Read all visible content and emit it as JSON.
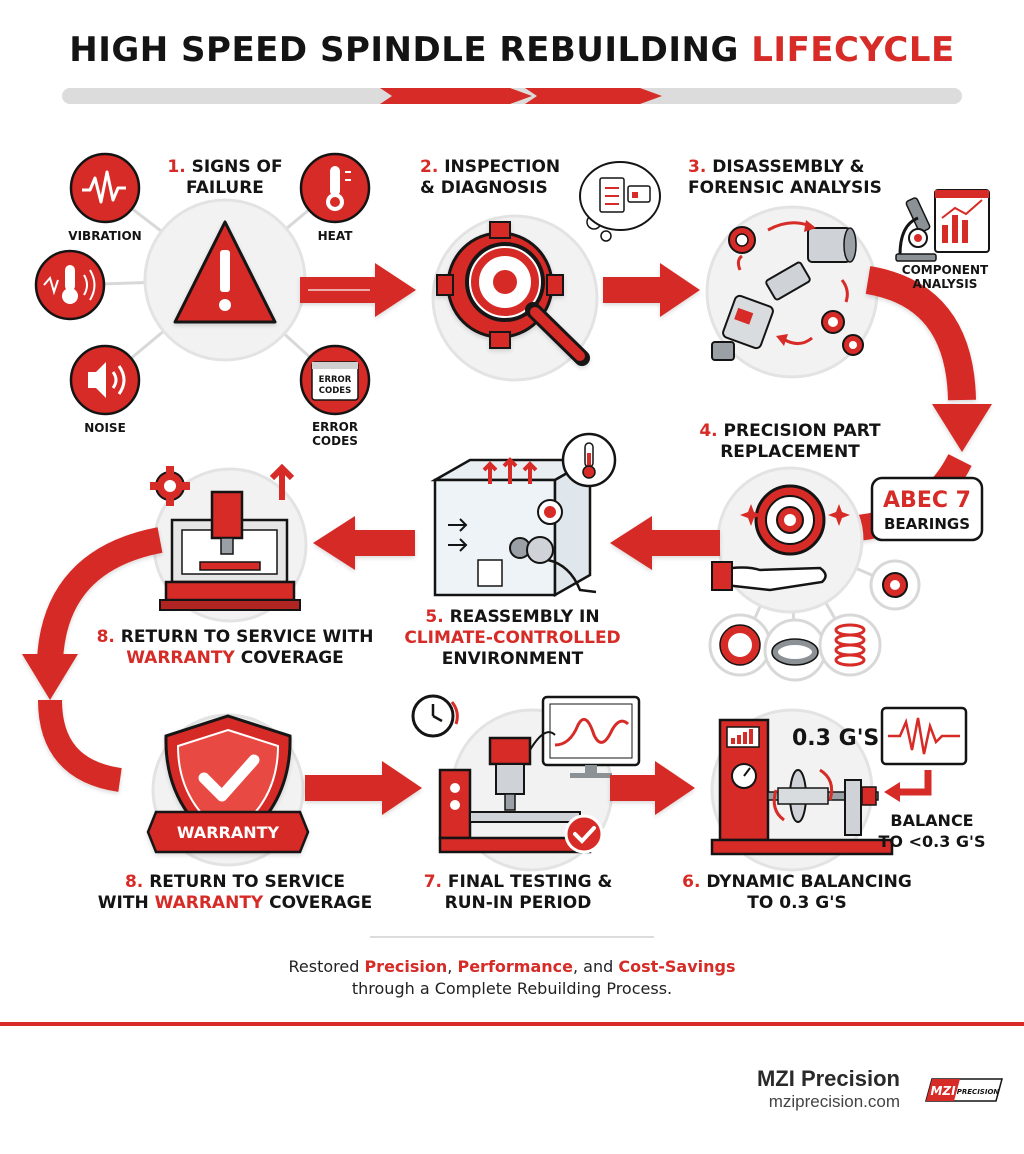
{
  "title": {
    "main": "HIGH SPEED SPINDLE REBUILDING",
    "accent": "LIFECYCLE"
  },
  "steps": {
    "s1": {
      "num": "1.",
      "line1": "SIGNS OF",
      "line2": "FAILURE"
    },
    "s2": {
      "num": "2.",
      "line1": "INSPECTION",
      "line2": "& DIAGNOSIS"
    },
    "s3": {
      "num": "3.",
      "line1": "DISASSEMBLY &",
      "line2": "FORENSIC ANALYSIS"
    },
    "s4": {
      "num": "4.",
      "line1": "PRECISION PART",
      "line2": "REPLACEMENT"
    },
    "s5": {
      "num": "5.",
      "line1": "REASSEMBLY IN",
      "line2_red": "CLIMATE-CONTROLLED",
      "line3": "ENVIRONMENT"
    },
    "s6": {
      "num": "6.",
      "line1": "DYNAMIC BALANCING",
      "line2": "TO 0.3 G'S"
    },
    "s7": {
      "num": "7.",
      "line1": "FINAL TESTING &",
      "line2": "RUN-IN PERIOD"
    },
    "s8a": {
      "num": "8.",
      "line1": "RETURN TO SERVICE WITH",
      "line2_red": "WARRANTY",
      "line2_rest": "COVERAGE"
    },
    "s8b": {
      "num": "8.",
      "line1": "RETURN TO SERVICE",
      "line2_pre": "WITH",
      "line2_red": "WARRANTY",
      "line2_rest": "COVERAGE"
    }
  },
  "symptoms": {
    "vibration": "VIBRATION",
    "heat": "HEAT",
    "noise": "NOISE",
    "error_codes": "ERROR CODES",
    "screen_line1": "ERROR",
    "screen_line2": "CODES"
  },
  "component_analysis": {
    "line1": "COMPONENT",
    "line2": "ANALYSIS"
  },
  "abec": {
    "line1": "ABEC 7",
    "line2": "BEARINGS"
  },
  "balance": {
    "reading": "0.3 G'S",
    "line1": "BALANCE",
    "line2": "TO <0.3 G'S"
  },
  "warranty_ribbon": "WARRANTY",
  "footer": {
    "pre": "Restored",
    "w1": "Precision",
    "sep1": ",",
    "w2": "Performance",
    "sep2": ", and",
    "w3": "Cost-Savings",
    "line2": "through a Complete Rebuilding Process."
  },
  "brand": {
    "name": "MZI Precision",
    "url": "mziprecision.com",
    "logo_a": "MZI",
    "logo_b": "PRECISION"
  },
  "colors": {
    "accent": "#d62b26",
    "dark": "#141414",
    "circle": "#f1f1f1",
    "line": "#e0e0e0"
  }
}
